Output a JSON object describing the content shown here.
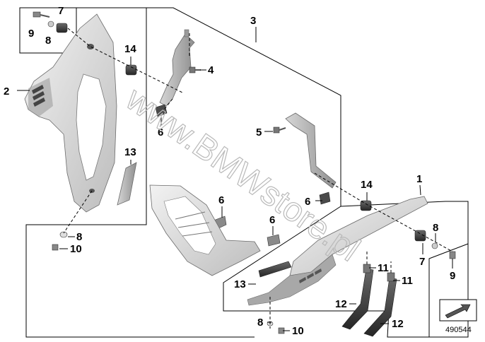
{
  "diagram": {
    "watermark": "www.BMWstore.pl",
    "reference_number": "490544",
    "callouts": {
      "c1": "1",
      "c2": "2",
      "c3": "3",
      "c4": "4",
      "c5": "5",
      "c6a": "6",
      "c6b": "6",
      "c6c": "6",
      "c6d": "6",
      "c7a": "7",
      "c7b": "7",
      "c8a": "8",
      "c8b": "8",
      "c8c": "8",
      "c9a": "9",
      "c9b": "9",
      "c10a": "10",
      "c10b": "10",
      "c11a": "11",
      "c11b": "11",
      "c12a": "12",
      "c12b": "12",
      "c13a": "13",
      "c13b": "13",
      "c14a": "14",
      "c14b": "14"
    },
    "colors": {
      "part_light": "#e6e6e6",
      "part_mid": "#c4c4c4",
      "part_dark": "#8d8d8d",
      "part_black": "#2a2a2a",
      "line": "#000000",
      "watermark": "#b9b9b9"
    }
  }
}
